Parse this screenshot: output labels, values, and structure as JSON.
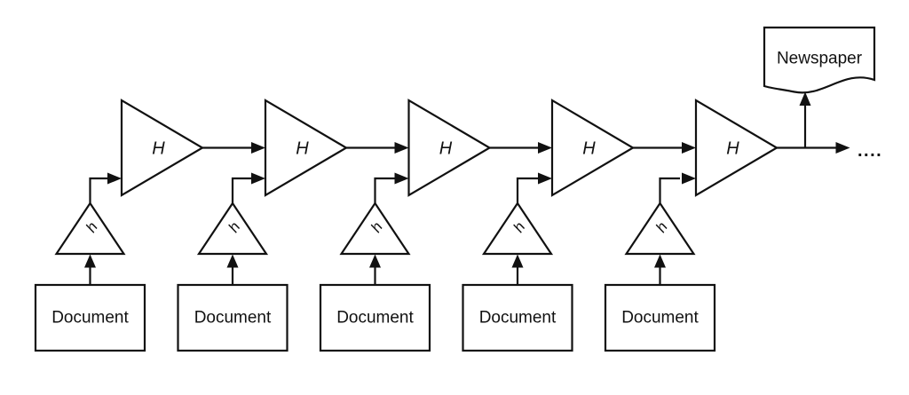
{
  "diagram": {
    "stages": [
      {
        "combiner_label": "H",
        "hasher_label": "h",
        "document_label": "Document"
      },
      {
        "combiner_label": "H",
        "hasher_label": "h",
        "document_label": "Document"
      },
      {
        "combiner_label": "H",
        "hasher_label": "h",
        "document_label": "Document"
      },
      {
        "combiner_label": "H",
        "hasher_label": "h",
        "document_label": "Document"
      },
      {
        "combiner_label": "H",
        "hasher_label": "h",
        "document_label": "Document"
      }
    ],
    "output": {
      "newspaper_label": "Newspaper",
      "ellipsis_label": "...."
    },
    "colors": {
      "stroke": "#111111",
      "background": "#ffffff"
    }
  }
}
